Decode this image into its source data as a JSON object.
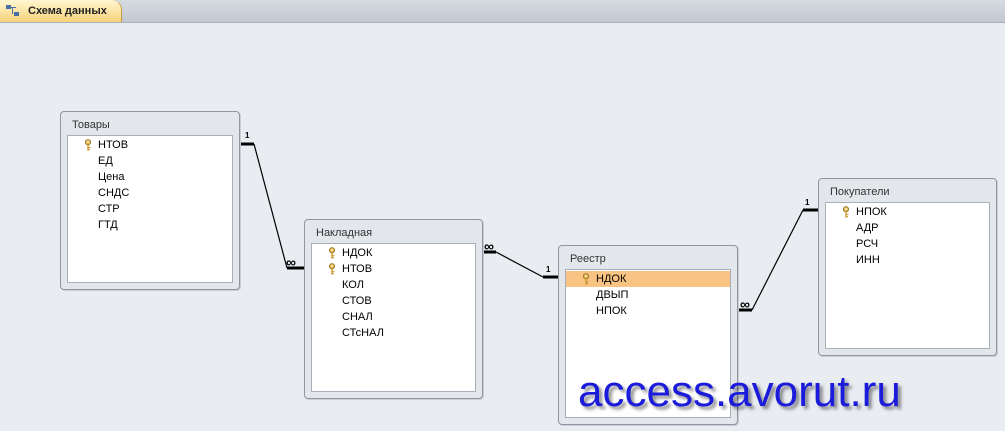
{
  "tab": {
    "label": "Схема данных"
  },
  "tables": {
    "tovary": {
      "title": "Товары",
      "fields": [
        {
          "name": "НТОВ",
          "key": true
        },
        {
          "name": "ЕД",
          "key": false
        },
        {
          "name": "Цена",
          "key": false
        },
        {
          "name": "СНДС",
          "key": false
        },
        {
          "name": "СТР",
          "key": false
        },
        {
          "name": "ГТД",
          "key": false
        }
      ]
    },
    "nakladnaya": {
      "title": "Накладная",
      "fields": [
        {
          "name": "НДОК",
          "key": true
        },
        {
          "name": "НТОВ",
          "key": true
        },
        {
          "name": "КОЛ",
          "key": false
        },
        {
          "name": "СТОВ",
          "key": false
        },
        {
          "name": "СНАЛ",
          "key": false
        },
        {
          "name": "СТсНАЛ",
          "key": false
        }
      ]
    },
    "reestr": {
      "title": "Реестр",
      "fields": [
        {
          "name": "НДОК",
          "key": true,
          "selected": true
        },
        {
          "name": "ДВЫП",
          "key": false
        },
        {
          "name": "НПОК",
          "key": false
        }
      ]
    },
    "pokupateli": {
      "title": "Покупатели",
      "fields": [
        {
          "name": "НПОК",
          "key": true
        },
        {
          "name": "АДР",
          "key": false
        },
        {
          "name": "РСЧ",
          "key": false
        },
        {
          "name": "ИНН",
          "key": false
        }
      ]
    }
  },
  "relations": {
    "one": "1",
    "many": "∞"
  },
  "watermark": "access.avorut.ru",
  "colors": {
    "selected_field": "#f9c483",
    "watermark": "#1b1bdb",
    "tab": "#f7d27a"
  }
}
